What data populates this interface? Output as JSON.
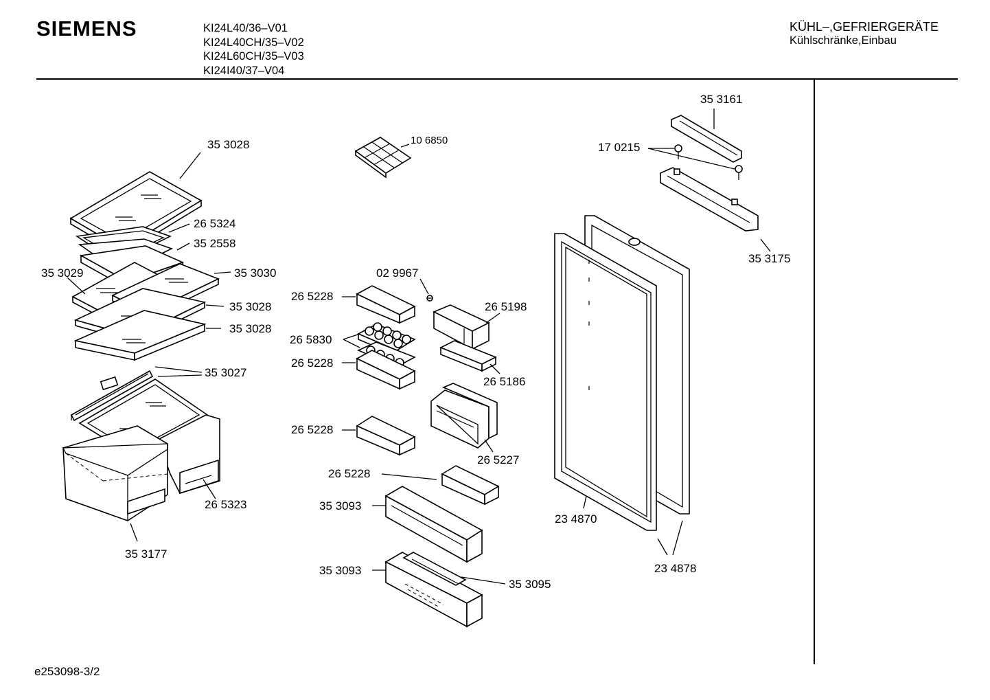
{
  "header": {
    "brand": "SIEMENS",
    "models": [
      "KI24L40/36–V01",
      "KI24L40CH/35–V02",
      "KI24L60CH/35–V03",
      "KI24I40/37–V04"
    ],
    "category": "KÜHL–,GEFRIERGERÄTE",
    "subcategory": "Kühlschränke,Einbau"
  },
  "footer": {
    "doc_id": "e253098-3/2"
  },
  "parts": {
    "p353028_top": "35 3028",
    "p265324": "26 5324",
    "p352558": "35 2558",
    "p353029": "35 3029",
    "p353030": "35 3030",
    "p353028_mid": "35 3028",
    "p353028_low": "35 3028",
    "p353027": "35 3027",
    "p265323": "26 5323",
    "p353177": "35 3177",
    "p106850": "10 6850",
    "p029967": "02 9967",
    "p265228_a": "26 5228",
    "p265830": "26 5830",
    "p265228_b": "26 5228",
    "p265198": "26 5198",
    "p265186": "26 5186",
    "p265228_c": "26 5228",
    "p265227": "26 5227",
    "p265228_d": "26 5228",
    "p353093_a": "35 3093",
    "p353093_b": "35 3093",
    "p353095": "35 3095",
    "p353161": "35 3161",
    "p170215": "17 0215",
    "p353175": "35 3175",
    "p234870": "23 4870",
    "p234878": "23 4878"
  }
}
